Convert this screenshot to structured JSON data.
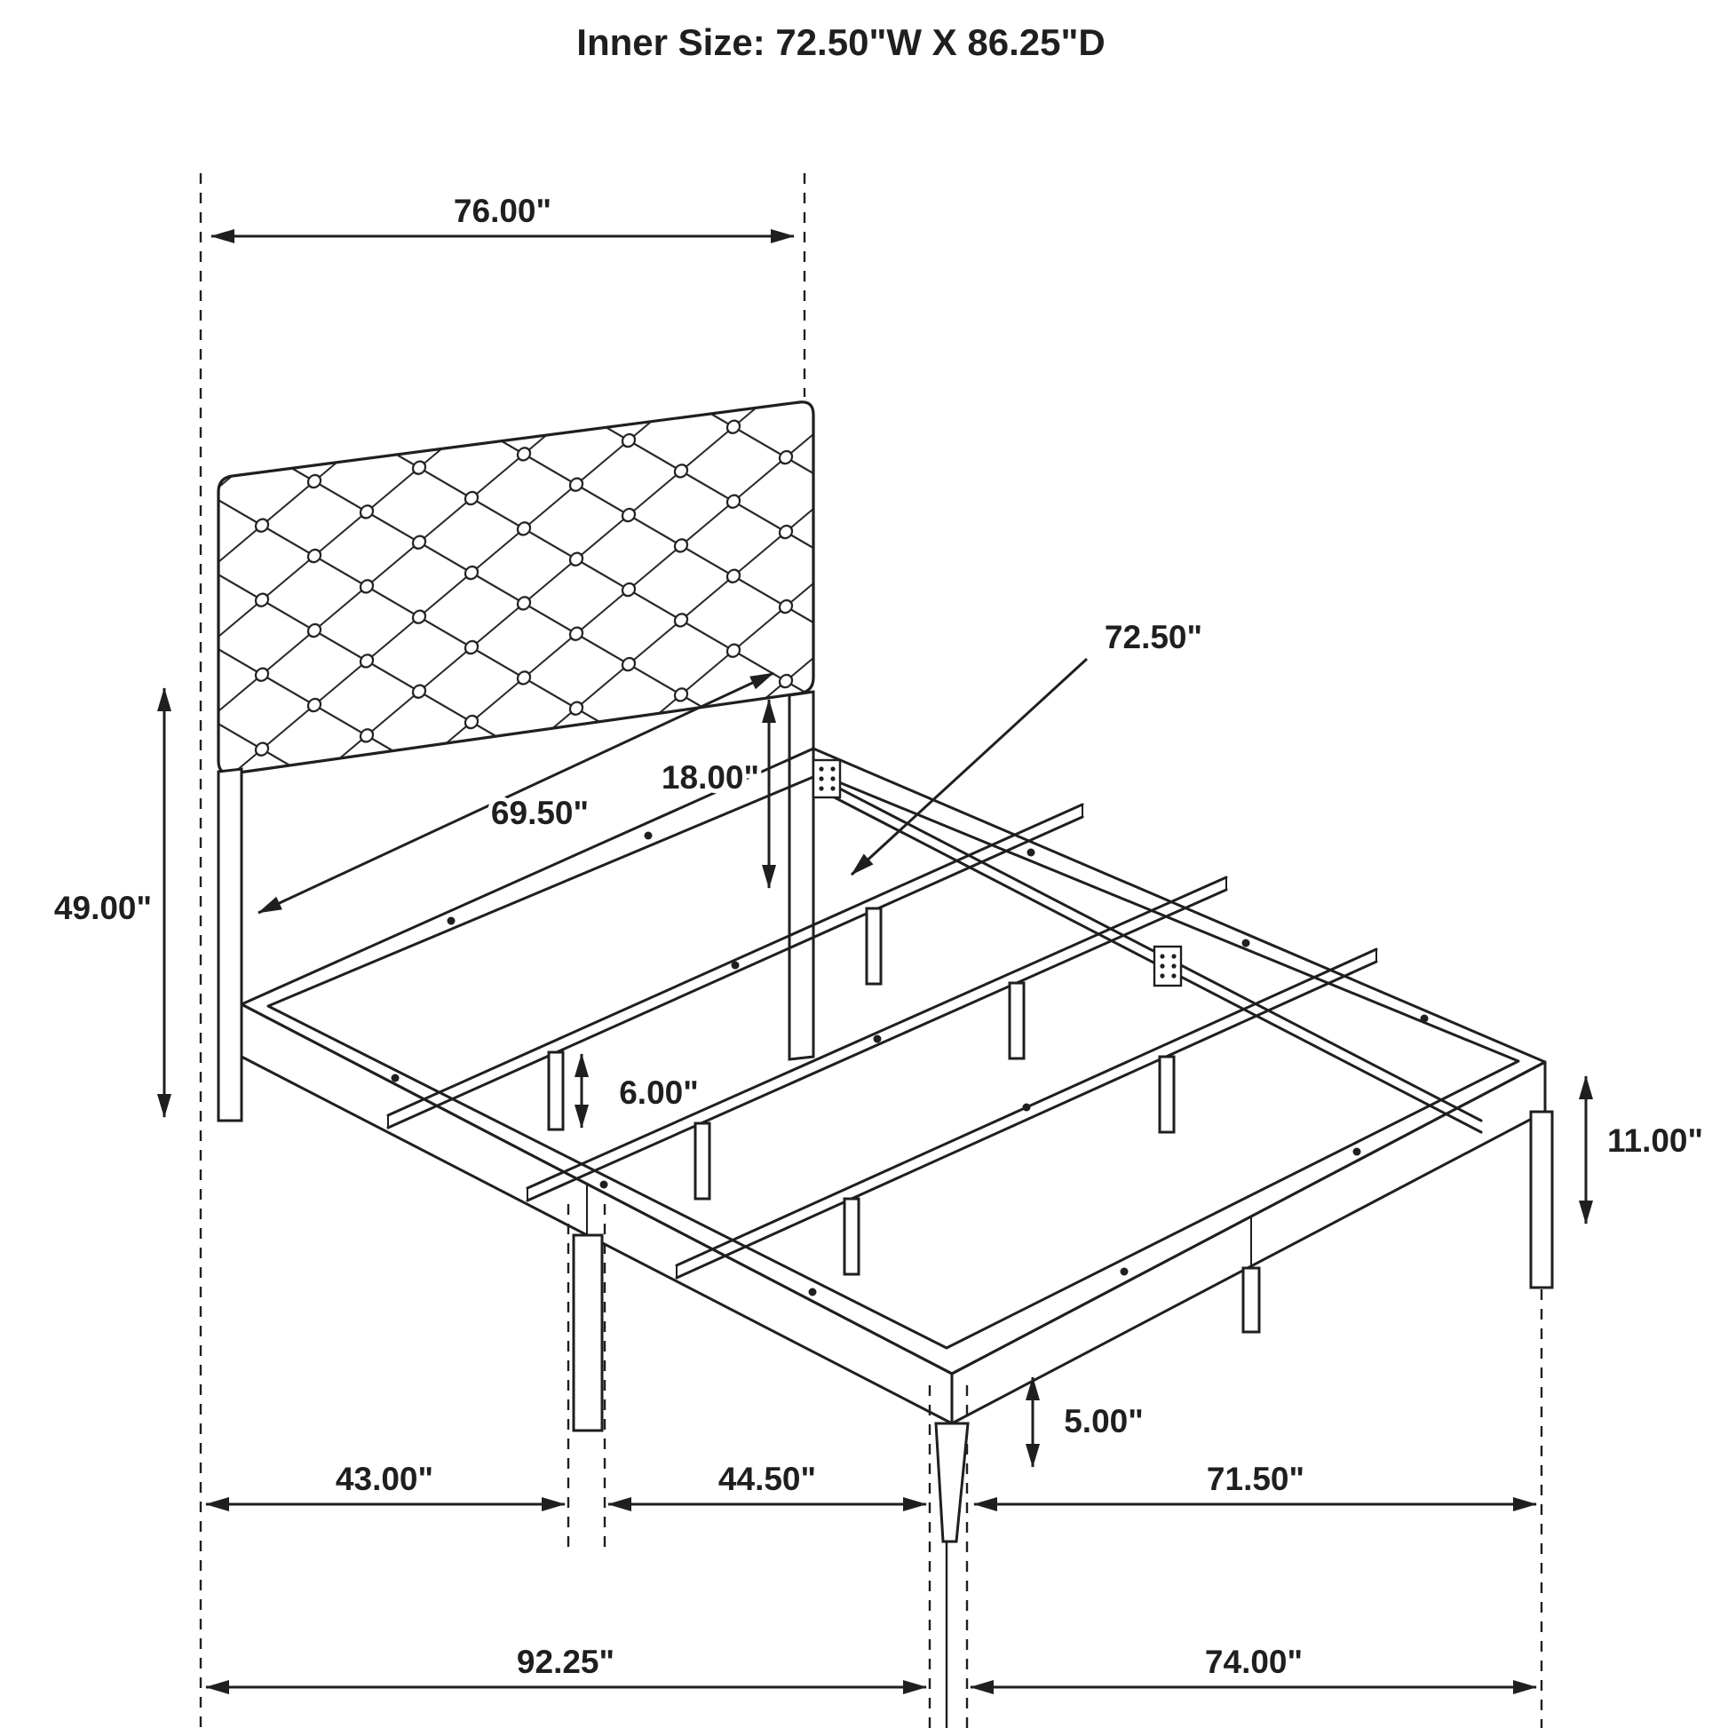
{
  "title": "Inner Size: 72.50\"W X 86.25\"D",
  "dims": {
    "headboard_width": "76.00\"",
    "headboard_height": "49.00\"",
    "headboard_panel_width": "69.50\"",
    "headboard_clearance": "18.00\"",
    "inner_width": "72.50\"",
    "support_leg_height": "6.00\"",
    "side_rail_height": "11.00\"",
    "front_leg_height": "5.00\"",
    "section_head": "43.00\"",
    "section_mid": "44.50\"",
    "section_foot": "71.50\"",
    "overall_depth": "92.25\"",
    "overall_width": "74.00\""
  },
  "colors": {
    "line": "#1f1f1f",
    "background": "#ffffff"
  }
}
